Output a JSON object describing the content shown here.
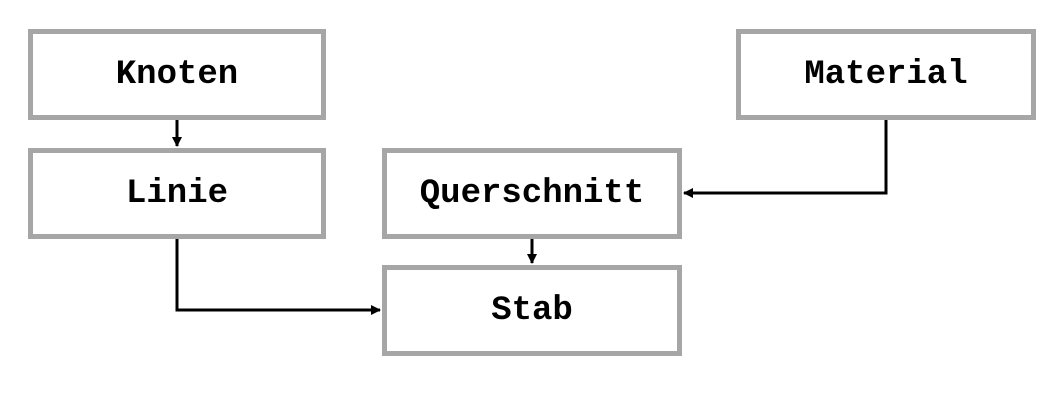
{
  "nodes": {
    "knoten": "Knoten",
    "material": "Material",
    "linie": "Linie",
    "querschnitt": "Querschnitt",
    "stab": "Stab"
  },
  "colors": {
    "box_border": "#a6a6a6",
    "text": "#000000",
    "connector": "#000000"
  }
}
